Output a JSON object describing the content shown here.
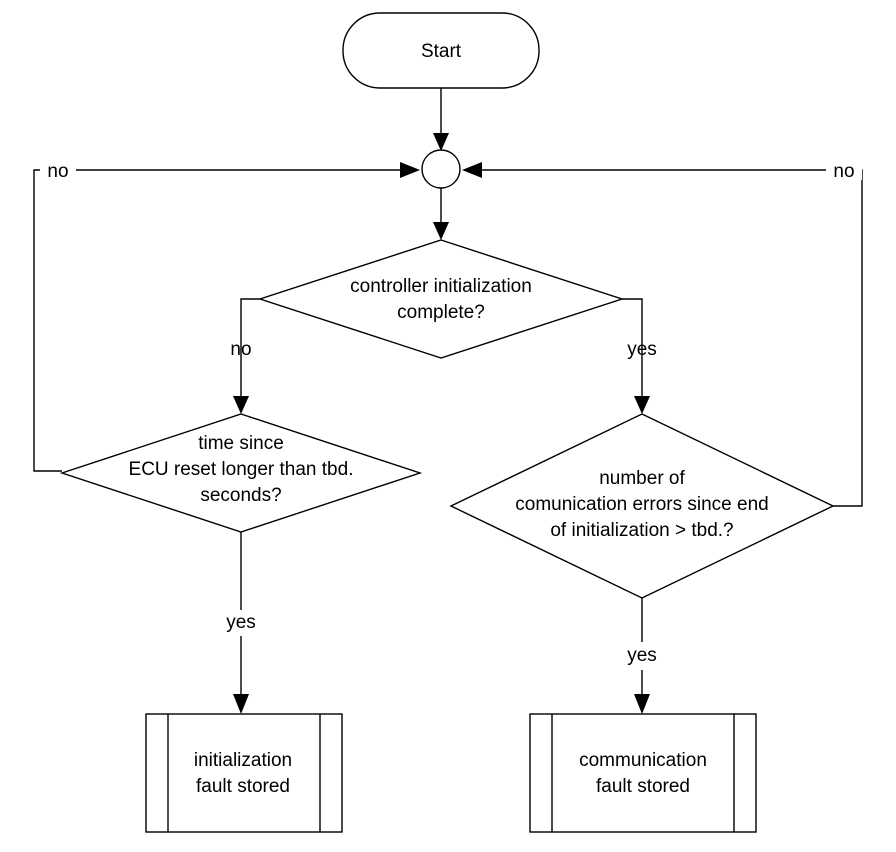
{
  "flowchart": {
    "start_label": "Start",
    "decision_init": {
      "line1": "controller initialization",
      "line2": "complete?"
    },
    "decision_time": {
      "line1": "time since",
      "line2": "ECU reset longer than tbd.",
      "line3": "seconds?"
    },
    "decision_comm": {
      "line1": "number of",
      "line2": "comunication errors since end",
      "line3": "of initialization > tbd.?"
    },
    "process_init_fault": {
      "line1": "initialization",
      "line2": "fault stored"
    },
    "process_comm_fault": {
      "line1": "communication",
      "line2": "fault stored"
    },
    "labels": {
      "init_no": "no",
      "init_yes": "yes",
      "time_no": "no",
      "time_yes": "yes",
      "comm_no": "no",
      "comm_yes": "yes"
    }
  }
}
